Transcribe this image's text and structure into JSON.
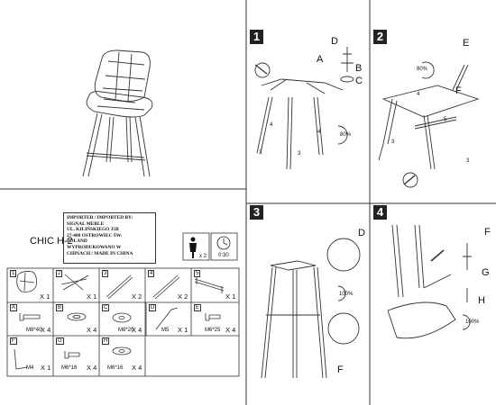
{
  "product": {
    "model": "CHIC H-2"
  },
  "importer": {
    "lines": [
      "IMPORTER / IMPORTED BY:",
      "SIGNAL MEBLE",
      "UL. KILIŃSKIEGO 35B",
      "27-400 OSTROWIEC ŚW.",
      "POLAND",
      "WYPRODUKOWANO W",
      "CHINACH / MADE IN CHINA"
    ]
  },
  "assembly_info": {
    "persons": "x 2",
    "time": "0:30"
  },
  "parts": [
    {
      "id": "1",
      "qty": "X 1"
    },
    {
      "id": "2",
      "qty": "X 1"
    },
    {
      "id": "3",
      "qty": "X 2"
    },
    {
      "id": "4",
      "qty": "X 2"
    },
    {
      "id": "5",
      "qty": "X 1"
    }
  ],
  "hardware": [
    {
      "id": "A",
      "size": "M8*40",
      "qty": "X 4"
    },
    {
      "id": "B",
      "size": "",
      "qty": "X 4"
    },
    {
      "id": "C",
      "size": "M8*20",
      "qty": "X 4"
    },
    {
      "id": "D",
      "size": "M5",
      "qty": "X 1"
    },
    {
      "id": "E",
      "size": "M6*25",
      "qty": "X 4"
    },
    {
      "id": "F",
      "size": "M4",
      "qty": "X 1"
    },
    {
      "id": "G",
      "size": "M6*16",
      "qty": "X 4"
    },
    {
      "id": "H",
      "size": "M6*16",
      "qty": "X 4"
    }
  ],
  "steps": [
    {
      "number": "1",
      "letters": [
        "D",
        "A",
        "B",
        "C"
      ],
      "torque": "80%"
    },
    {
      "number": "2",
      "letters": [
        "E",
        "F"
      ],
      "torque": "80%"
    },
    {
      "number": "3",
      "letters": [
        "D",
        "F"
      ],
      "torque": "100%"
    },
    {
      "number": "4",
      "letters": [
        "F",
        "G",
        "H"
      ],
      "torque": "100%"
    }
  ],
  "leg_labels": {
    "leg3": "3",
    "leg4": "4",
    "leg5": "5"
  }
}
